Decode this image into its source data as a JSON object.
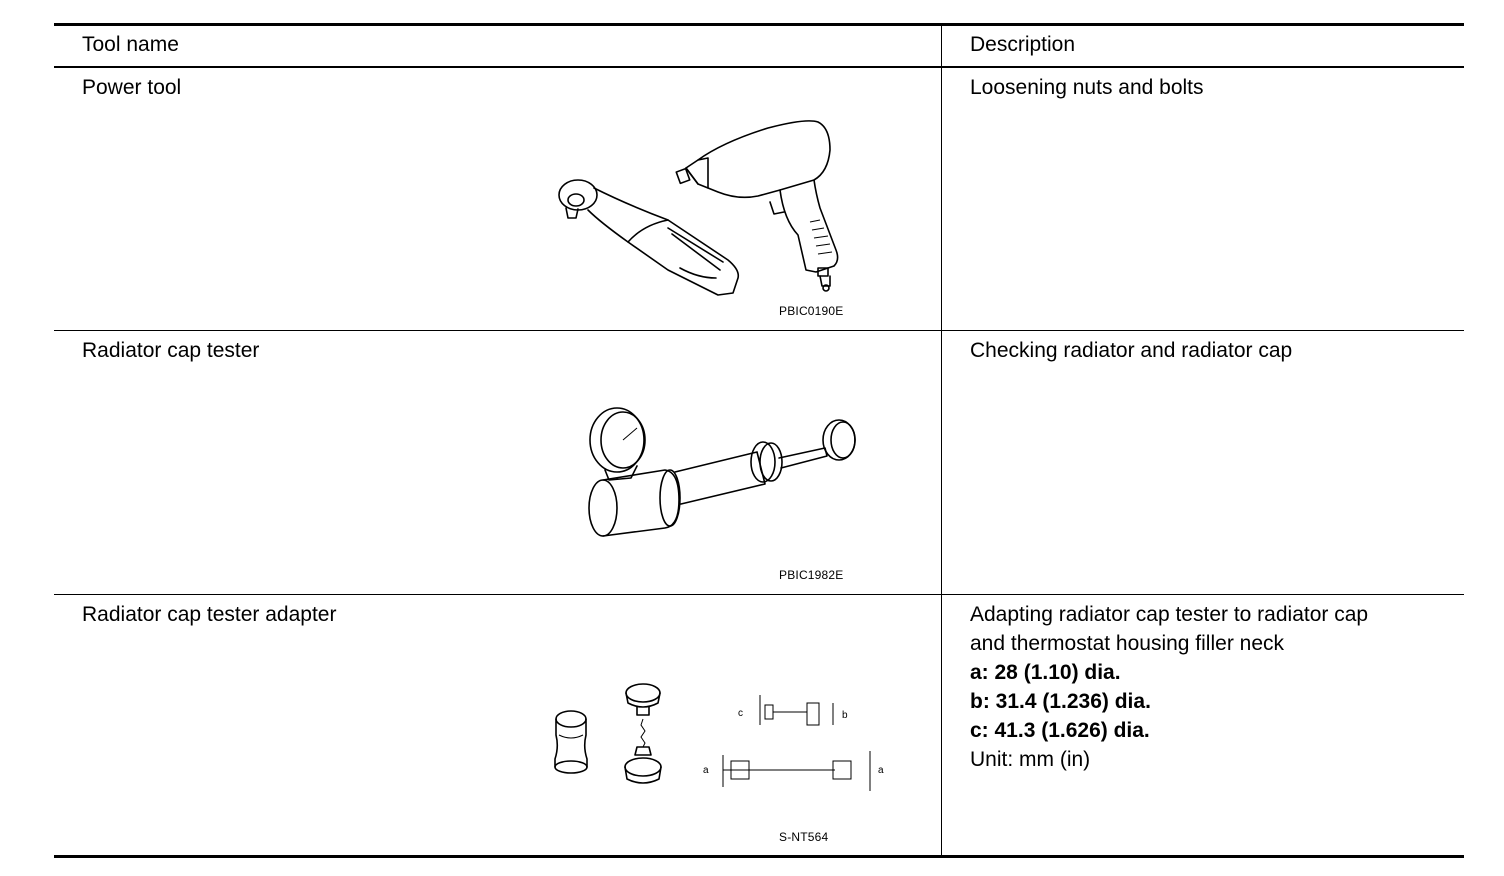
{
  "table": {
    "headers": {
      "tool_name": "Tool name",
      "description": "Description"
    },
    "rows": [
      {
        "tool_name": "Power tool",
        "figure_code": "PBIC0190E",
        "description": [
          "Loosening nuts and bolts"
        ]
      },
      {
        "tool_name": "Radiator cap tester",
        "figure_code": "PBIC1982E",
        "description": [
          "Checking radiator and radiator cap"
        ]
      },
      {
        "tool_name": "Radiator cap tester adapter",
        "figure_code": "S-NT564",
        "description": [
          "Adapting radiator cap tester to radiator cap",
          "and thermostat housing filler neck",
          "a: 28 (1.10) dia.",
          "b: 31.4 (1.236) dia.",
          "c: 41.3 (1.626) dia.",
          "Unit: mm (in)"
        ],
        "diagram_labels": {
          "a": "a",
          "b": "b",
          "c": "c"
        }
      }
    ]
  }
}
